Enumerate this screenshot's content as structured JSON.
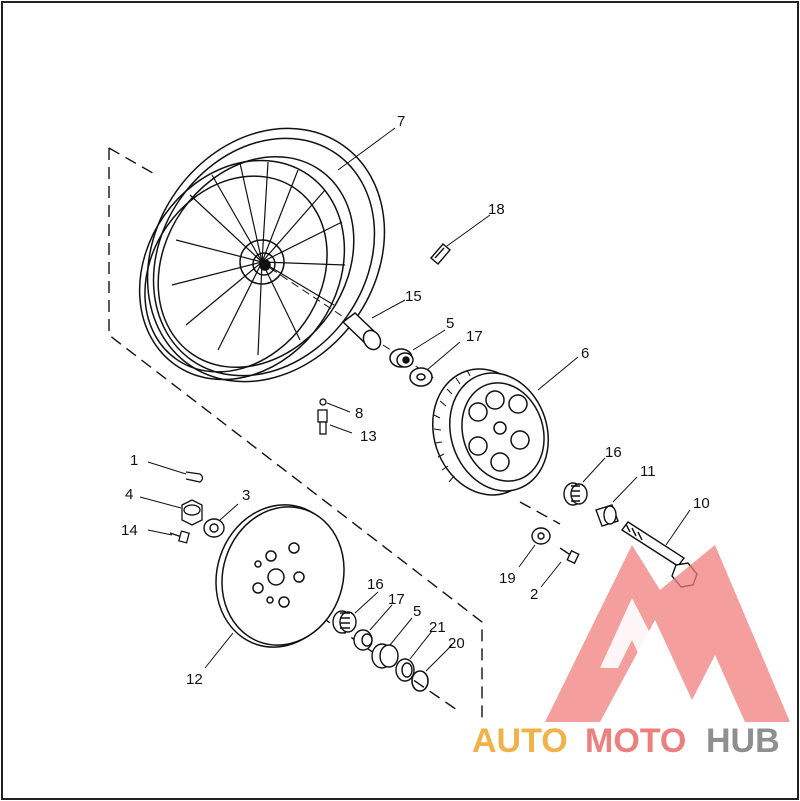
{
  "callouts": {
    "c1": "1",
    "c2": "2",
    "c3": "3",
    "c4": "4",
    "c5a": "5",
    "c5b": "5",
    "c6": "6",
    "c7": "7",
    "c8": "8",
    "c10": "10",
    "c11": "11",
    "c12": "12",
    "c13": "13",
    "c14": "14",
    "c15": "15",
    "c16a": "16",
    "c16b": "16",
    "c17a": "17",
    "c17b": "17",
    "c18": "18",
    "c19": "19",
    "c20": "20",
    "c21": "21"
  },
  "watermark": {
    "part1": "AUTO",
    "part2": "MOTO",
    "part3": "HUB",
    "colors": {
      "auto": "#f2b24a",
      "moto": "#ee7f7f",
      "hub": "#8f8f8f",
      "logo": "#f07e7e"
    }
  }
}
